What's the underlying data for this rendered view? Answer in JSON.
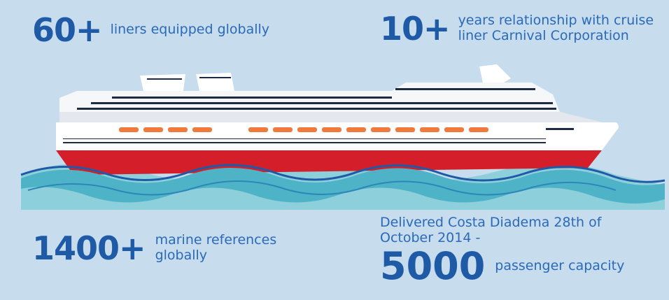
{
  "stats": {
    "liners": {
      "number": "60+",
      "text": "liners equipped globally"
    },
    "relationship": {
      "number": "10+",
      "line1": "years relationship with cruise",
      "line2": "liner Carnival Corporation"
    },
    "references": {
      "number": "1400+",
      "line1": "marine references",
      "line2": "globally"
    },
    "delivered": {
      "line1": "Delivered Costa Diadema 28th of",
      "line2": "October 2014 -",
      "number": "5000",
      "text": "passenger capacity"
    }
  },
  "colors": {
    "background": "#c7dced",
    "accent_blue": "#1f5aa6",
    "hull_red": "#d41f2a",
    "lifeboat_orange": "#f07a3c",
    "wave_teal": "#4fb3c8",
    "wave_light": "#8dd0dc"
  },
  "icons": [
    "cruise-ship",
    "waves"
  ]
}
